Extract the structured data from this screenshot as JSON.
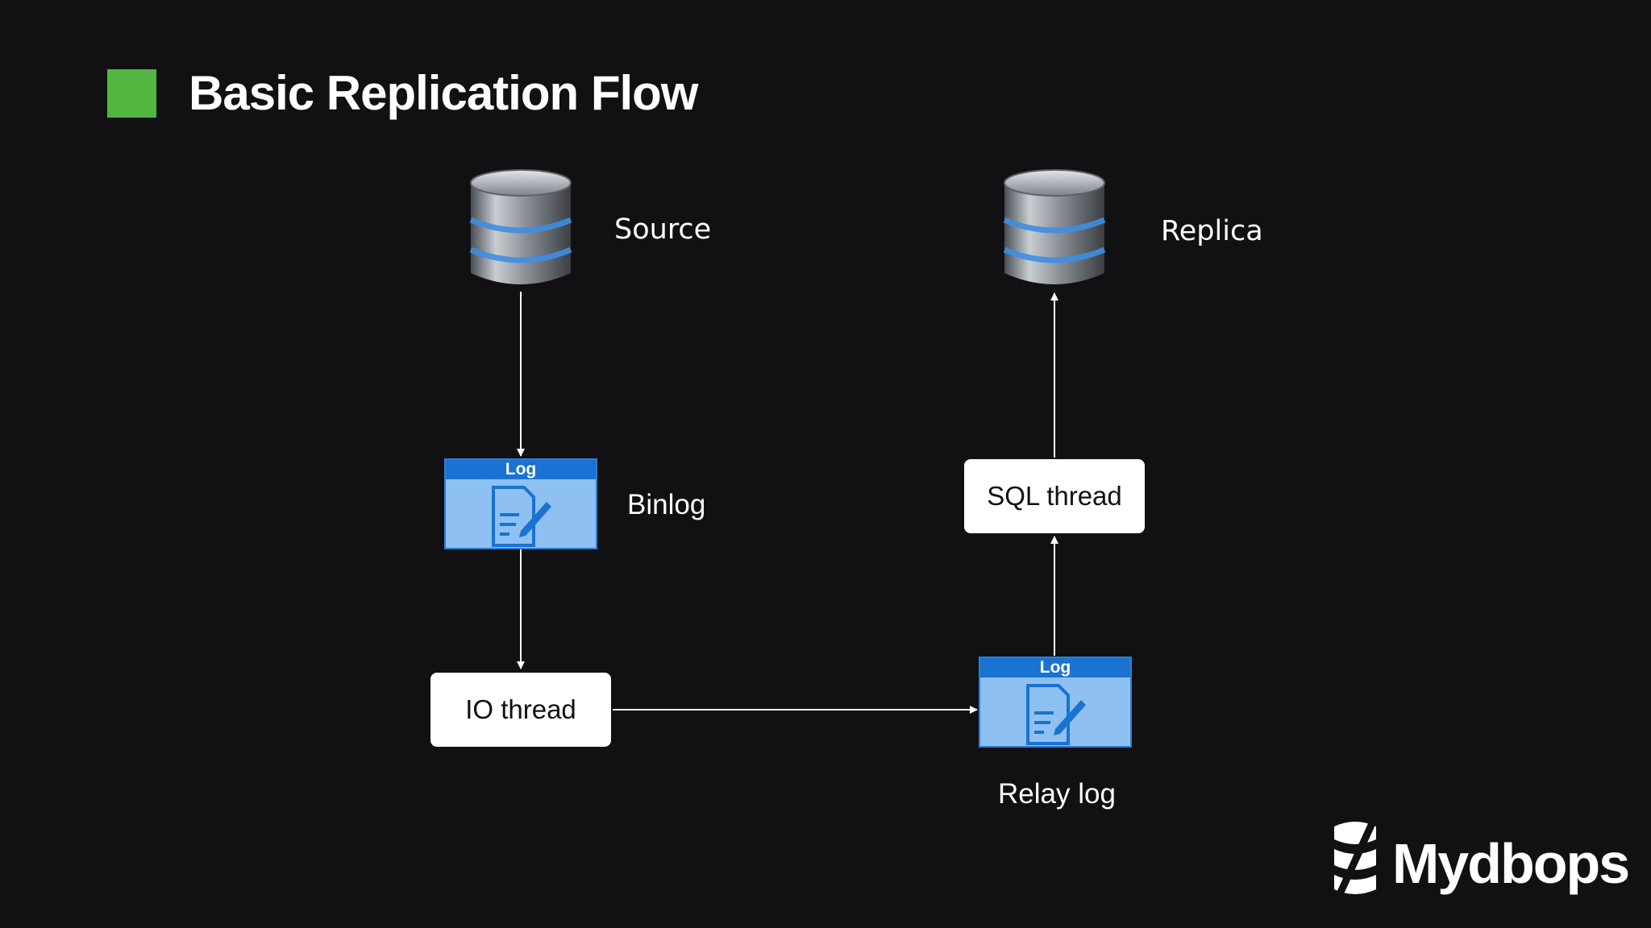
{
  "slide": {
    "title": "Basic Replication Flow",
    "accent_color": "#52b640",
    "background_color": "#111113"
  },
  "diagram": {
    "nodes": {
      "source": {
        "label": "Source",
        "icon": "database-icon"
      },
      "replica": {
        "label": "Replica",
        "icon": "database-icon"
      },
      "binlog": {
        "label": "Binlog",
        "header": "Log",
        "icon": "log-document-icon"
      },
      "relay_log": {
        "label": "Relay log",
        "header": "Log",
        "icon": "log-document-icon"
      },
      "io_thread": {
        "label": "IO thread"
      },
      "sql_thread": {
        "label": "SQL thread"
      }
    },
    "edges": [
      {
        "from": "source",
        "to": "binlog"
      },
      {
        "from": "binlog",
        "to": "io_thread"
      },
      {
        "from": "io_thread",
        "to": "relay_log"
      },
      {
        "from": "relay_log",
        "to": "sql_thread"
      },
      {
        "from": "sql_thread",
        "to": "replica"
      }
    ],
    "colors": {
      "log_fill": "#8ec0f2",
      "log_header": "#1a72d1",
      "arrow": "#ffffff"
    }
  },
  "brand": {
    "name": "Mydbops",
    "icon": "mydbops-logo-icon"
  }
}
